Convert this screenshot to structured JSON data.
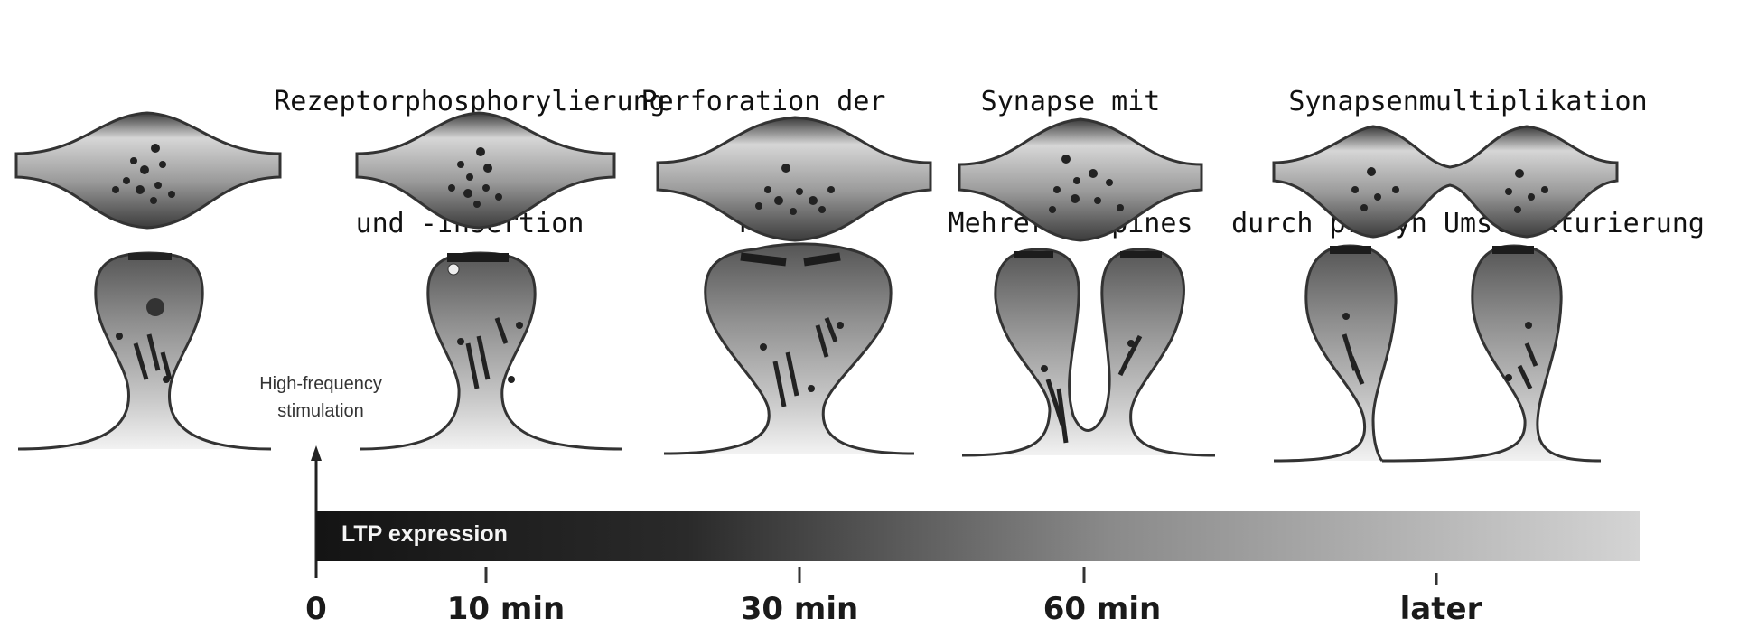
{
  "stages": [
    {
      "line1": "Rezeptorphosphorylierung",
      "line2": "und -Insertion"
    },
    {
      "line1": "Perforation der",
      "line2": "PSD"
    },
    {
      "line1": "Synapse mit",
      "line2": "Mehreren Spines"
    },
    {
      "line1": "Synapsenmultiplikation",
      "line2": "durch presyn Umstrukturierung"
    }
  ],
  "stimulus": {
    "line1": "High-frequency",
    "line2": "stimulation"
  },
  "bar_label": "LTP expression",
  "timeline": [
    "0",
    "10 min",
    "30 min",
    "60 min",
    "later"
  ]
}
